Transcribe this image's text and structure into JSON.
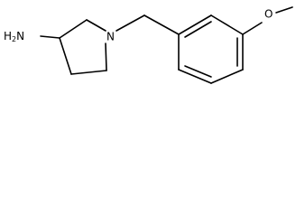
{
  "molecule": {
    "atoms": {
      "amine": "H2N",
      "ring_nitrogen": "N",
      "ether_oxygen": "O"
    }
  }
}
